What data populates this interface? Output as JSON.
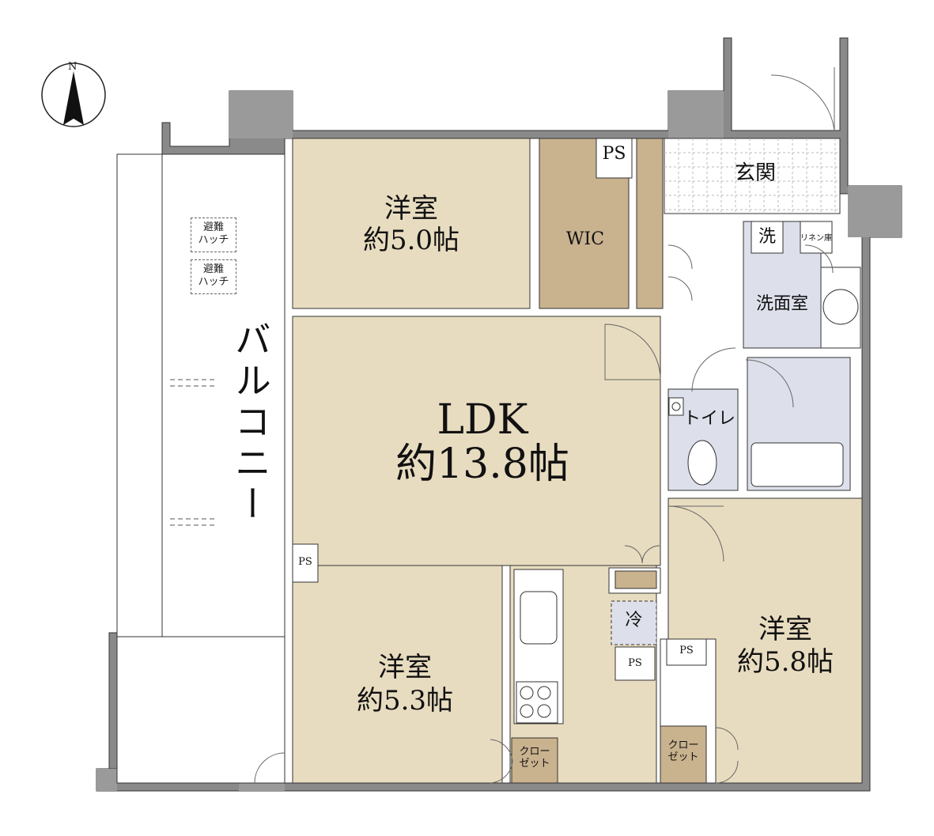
{
  "compass": {
    "north_label": "N"
  },
  "balcony": {
    "label": "バルコニー",
    "hatches": [
      "避難\nハッチ",
      "避難\nハッチ"
    ]
  },
  "rooms": {
    "room_nw": {
      "name": "洋室",
      "size": "約5.0帖"
    },
    "wic": {
      "name": "WIC"
    },
    "ldk": {
      "name": "LDK",
      "size": "約13.8帖"
    },
    "room_sw": {
      "name": "洋室",
      "size": "約5.3帖"
    },
    "room_se": {
      "name": "洋室",
      "size": "約5.8帖"
    },
    "entrance": {
      "name": "玄関"
    },
    "washroom": {
      "name": "洗面室"
    },
    "toilet": {
      "name": "トイレ"
    }
  },
  "fixtures": {
    "ps_top": "PS",
    "ps_left": "PS",
    "ps_a": "PS",
    "ps_b": "PS",
    "washer": "洗",
    "linen": "リネン庫",
    "fridge": "冷",
    "closet_sw": "クロー\nゼット",
    "closet_se": "クロー\nゼット"
  },
  "colors": {
    "room_fill": "#e8dcc0",
    "wic_fill": "#c9b28e",
    "wet_fill": "#dde0ea",
    "wall": "#8c8c8c"
  }
}
